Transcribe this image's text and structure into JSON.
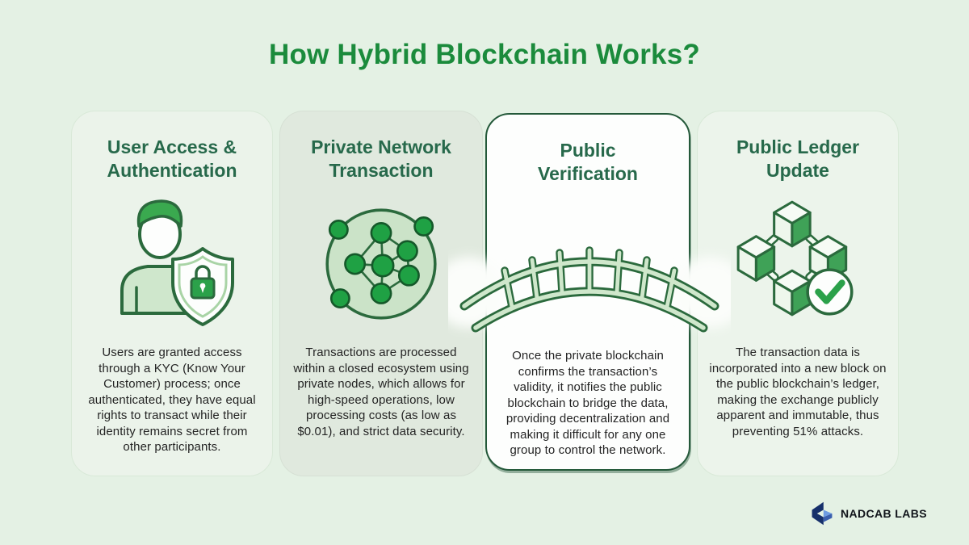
{
  "title": "How Hybrid Blockchain Works?",
  "cards": [
    {
      "heading_line1": "User Access &",
      "heading_line2": "Authentication",
      "icon": "user-shield-icon",
      "body": "Users are granted access through a KYC (Know Your Customer) process; once authenticated, they have equal rights to transact while their identity remains secret from other participants."
    },
    {
      "heading_line1": "Private Network",
      "heading_line2": "Transaction",
      "icon": "private-network-icon",
      "body": "Transactions are processed within a closed ecosystem using private nodes, which allows for high-speed operations, low processing costs (as low as $0.01), and strict data security."
    },
    {
      "heading_line1": "Public",
      "heading_line2": "Verification",
      "icon": "bridge-icon",
      "body": "Once the private blockchain confirms the transaction’s validity, it notifies the public blockchain to bridge the data, providing decentralization and making it difficult for any one group to control the network."
    },
    {
      "heading_line1": "Public Ledger",
      "heading_line2": "Update",
      "icon": "cubes-check-icon",
      "body": "The transaction data is incorporated into a new block on the public blockchain’s ledger, making the exchange publicly apparent and immutable, thus preventing 51% attacks."
    }
  ],
  "footer": {
    "brand": "NADCAB LABS"
  },
  "colors": {
    "background": "#e4f1e4",
    "title_green": "#1b8b3c",
    "heading_green": "#27694b",
    "body_text": "#242424",
    "card_light": "#ebf3ea",
    "card_gray": "#e0e9de",
    "card_white": "#fdfefd",
    "card_outline_dark": "#24593a",
    "icon_green": "#2ba14a",
    "icon_outline": "#2b6a3d",
    "icon_light_fill": "#cfe7cc",
    "logo_navy": "#16306b",
    "logo_blue": "#6e9ce2"
  }
}
